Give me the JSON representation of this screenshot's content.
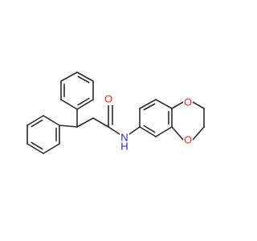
{
  "molecule": {
    "atom_labels": {
      "carbonyl_oxygen": "O",
      "amide_nitrogen": "N",
      "amide_hydrogen": "H",
      "dioxane_oxygen_top": "O",
      "dioxane_oxygen_bottom": "O"
    },
    "colors": {
      "bond": "#2b2b2b",
      "oxygen": "#ff2020",
      "nitrogen": "#2020ff",
      "background": "#ffffff"
    }
  }
}
